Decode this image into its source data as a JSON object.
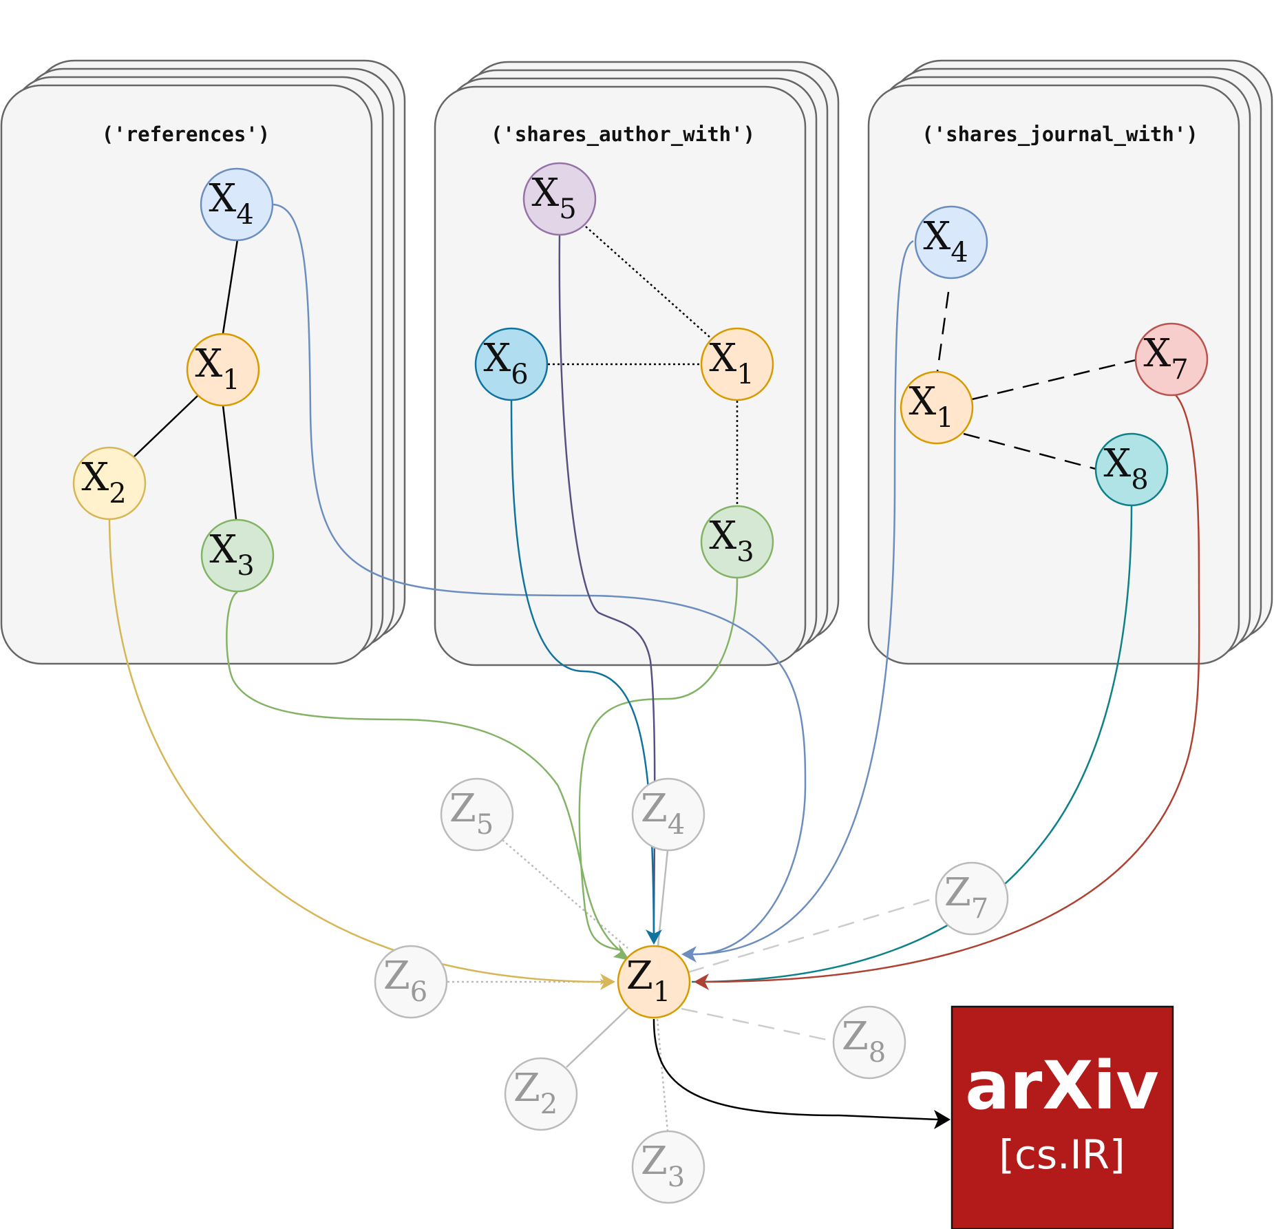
{
  "panels": [
    {
      "id": "references",
      "title": "('references')"
    },
    {
      "id": "shares_author_with",
      "title": "('shares_author_with')"
    },
    {
      "id": "shares_journal_with",
      "title": "('shares_journal_with')"
    }
  ],
  "nodes": {
    "references": [
      {
        "id": "x4",
        "letter": "X",
        "sub": "4",
        "fill": "#dae8fc",
        "stroke": "#6c8ebf"
      },
      {
        "id": "x1",
        "letter": "X",
        "sub": "1",
        "fill": "#ffe6cc",
        "stroke": "#d79b00"
      },
      {
        "id": "x2",
        "letter": "X",
        "sub": "2",
        "fill": "#fff2cc",
        "stroke": "#d6b656"
      },
      {
        "id": "x3",
        "letter": "X",
        "sub": "3",
        "fill": "#d5e8d4",
        "stroke": "#82b366"
      }
    ],
    "shares_author_with": [
      {
        "id": "x5",
        "letter": "X",
        "sub": "5",
        "fill": "#e1d5e7",
        "stroke": "#9673a6"
      },
      {
        "id": "x6",
        "letter": "X",
        "sub": "6",
        "fill": "#b1ddf0",
        "stroke": "#10739e"
      },
      {
        "id": "x1",
        "letter": "X",
        "sub": "1",
        "fill": "#ffe6cc",
        "stroke": "#d79b00"
      },
      {
        "id": "x3",
        "letter": "X",
        "sub": "3",
        "fill": "#d5e8d4",
        "stroke": "#82b366"
      }
    ],
    "shares_journal_with": [
      {
        "id": "x4",
        "letter": "X",
        "sub": "4",
        "fill": "#dae8fc",
        "stroke": "#6c8ebf"
      },
      {
        "id": "x1",
        "letter": "X",
        "sub": "1",
        "fill": "#ffe6cc",
        "stroke": "#d79b00"
      },
      {
        "id": "x7",
        "letter": "X",
        "sub": "7",
        "fill": "#f8cecc",
        "stroke": "#b85450"
      },
      {
        "id": "x8",
        "letter": "X",
        "sub": "8",
        "fill": "#b0e3e6",
        "stroke": "#0e8088"
      }
    ],
    "embedding": [
      {
        "id": "z1",
        "letter": "Z",
        "sub": "1",
        "fill": "#ffe6cc",
        "stroke": "#d79b00"
      },
      {
        "id": "z2",
        "letter": "Z",
        "sub": "2",
        "fill": "#f8f8f8",
        "stroke": "#bbbbbb"
      },
      {
        "id": "z3",
        "letter": "Z",
        "sub": "3",
        "fill": "#f8f8f8",
        "stroke": "#bbbbbb"
      },
      {
        "id": "z4",
        "letter": "Z",
        "sub": "4",
        "fill": "#f8f8f8",
        "stroke": "#bbbbbb"
      },
      {
        "id": "z5",
        "letter": "Z",
        "sub": "5",
        "fill": "#f8f8f8",
        "stroke": "#bbbbbb"
      },
      {
        "id": "z6",
        "letter": "Z",
        "sub": "6",
        "fill": "#f8f8f8",
        "stroke": "#bbbbbb"
      },
      {
        "id": "z7",
        "letter": "Z",
        "sub": "7",
        "fill": "#f8f8f8",
        "stroke": "#bbbbbb"
      },
      {
        "id": "z8",
        "letter": "Z",
        "sub": "8",
        "fill": "#f8f8f8",
        "stroke": "#bbbbbb"
      }
    ]
  },
  "edges": {
    "references": [
      [
        "x4",
        "x1"
      ],
      [
        "x1",
        "x2"
      ],
      [
        "x1",
        "x3"
      ]
    ],
    "shares_author_with": [
      [
        "x5",
        "x1"
      ],
      [
        "x6",
        "x1"
      ],
      [
        "x1",
        "x3"
      ]
    ],
    "shares_journal_with": [
      [
        "x4",
        "x1"
      ],
      [
        "x1",
        "x7"
      ],
      [
        "x1",
        "x8"
      ]
    ]
  },
  "line_styles": {
    "references": "solid",
    "shares_author_with": "dotted",
    "shares_journal_with": "dashed"
  },
  "badge": {
    "logo": "arXiv",
    "category": "[cs.IR]",
    "color": "#b31b1b"
  }
}
